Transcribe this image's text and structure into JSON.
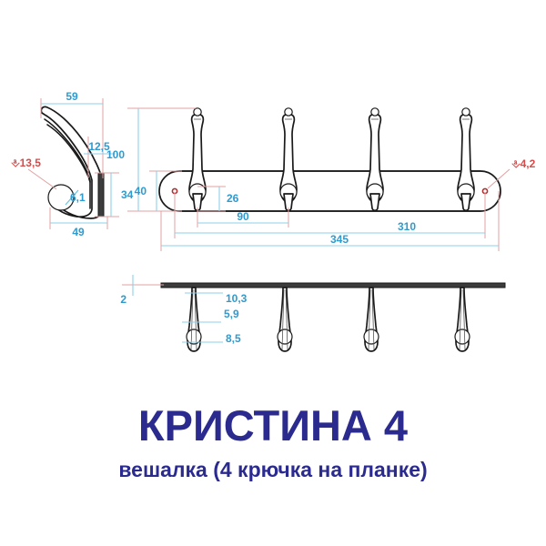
{
  "product": {
    "title": "КРИСТИНА 4",
    "subtitle": "вешалка (4 крючка на планке)"
  },
  "colors": {
    "title_color": "#2b2b8f",
    "dimension_text": "#2e9bd0",
    "dimension_text_red": "#d84a4a",
    "dimension_line": "#8ecfe8",
    "extension_line": "#e0a0a0",
    "part_outline": "#1a1a1a",
    "plate_fill": "#3c3c3c",
    "background": "#ffffff"
  },
  "views": {
    "side_view": {
      "name": "side-view",
      "dimensions": {
        "width_top": "59",
        "width_bottom": "49",
        "plate_thickness": "12,5",
        "plate_height": "34",
        "hook_ring_diameter": "⎀13,5",
        "hook_tip": "6,1"
      }
    },
    "front_view": {
      "name": "front-view",
      "hook_count": 4,
      "dimensions": {
        "total_height": "100",
        "plate_height": "40",
        "hook_ring_offset": "26",
        "hook_pitch": "90",
        "hook_span": "310",
        "total_length": "345",
        "mount_hole_diameter": "⎀4,2"
      }
    },
    "bottom_view": {
      "name": "bottom-view",
      "hook_count": 4,
      "dimensions": {
        "plate_thickness": "2",
        "hook_width_top": "10,3",
        "hook_width_mid": "5,9",
        "hook_width_bottom": "8,5"
      }
    }
  },
  "dimension_labels": {
    "d59": "59",
    "d49": "49",
    "d125": "12,5",
    "d34": "34",
    "d135": "⎀13,5",
    "d61": "6,1",
    "d100": "100",
    "d40": "40",
    "d26": "26",
    "d90": "90",
    "d310": "310",
    "d345": "345",
    "d42": "⎀4,2",
    "d2": "2",
    "d103": "10,3",
    "d59b": "5,9",
    "d85": "8,5"
  }
}
